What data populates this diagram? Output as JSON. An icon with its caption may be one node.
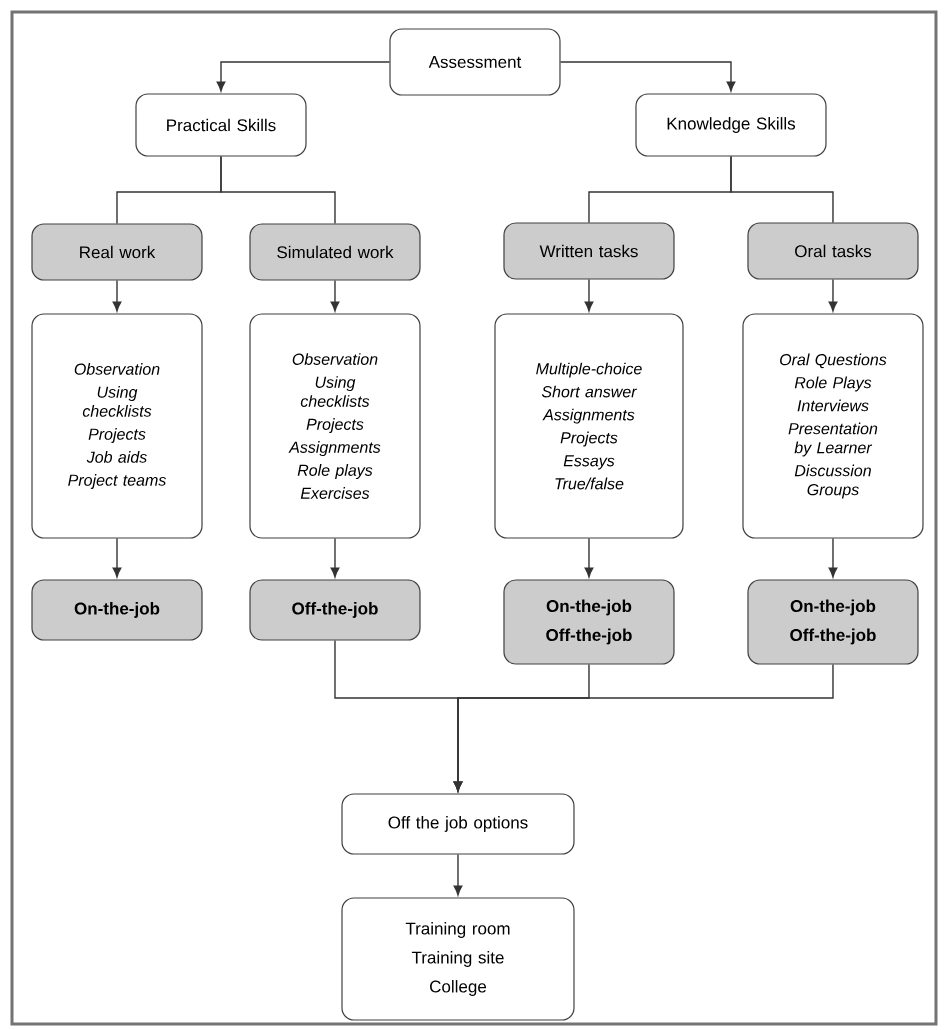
{
  "diagram": {
    "nodes": [
      {
        "text": [
          "Assessment"
        ]
      },
      {
        "text": [
          "Practical Skills"
        ]
      },
      {
        "text": [
          "Knowledge Skills"
        ]
      },
      {
        "text": [
          "Real work"
        ]
      },
      {
        "text": [
          "Simulated work"
        ]
      },
      {
        "text": [
          "Written tasks"
        ]
      },
      {
        "text": [
          "Oral tasks"
        ]
      },
      {
        "text": [
          "Observation",
          "Using checklists",
          "Projects",
          "Job aids",
          "Project teams"
        ]
      },
      {
        "text": [
          "Observation",
          "Using checklists",
          "Projects",
          "Assignments",
          "Role plays",
          "Exercises"
        ]
      },
      {
        "text": [
          "Multiple-choice",
          "Short answer",
          "Assignments",
          "Projects",
          "Essays",
          "True/false"
        ]
      },
      {
        "text": [
          "Oral Questions",
          "Role Plays",
          "Interviews",
          "Presentation by Learner",
          "Discussion Groups"
        ]
      },
      {
        "text": [
          "On-the-job"
        ]
      },
      {
        "text": [
          "Off-the-job"
        ]
      },
      {
        "text": [
          "On-the-job",
          "Off-the-job"
        ]
      },
      {
        "text": [
          "On-the-job",
          "Off-the-job"
        ]
      },
      {
        "text": [
          "Off the job options"
        ]
      },
      {
        "text": [
          "Training room",
          "Training site",
          "College"
        ]
      }
    ],
    "edges": [
      {
        "from": 0,
        "to": 1,
        "arrow": "to"
      },
      {
        "from": 0,
        "to": 2,
        "arrow": "to"
      },
      {
        "from": 1,
        "to": 3,
        "arrow": "none"
      },
      {
        "from": 1,
        "to": 4,
        "arrow": "none"
      },
      {
        "from": 2,
        "to": 5,
        "arrow": "none"
      },
      {
        "from": 2,
        "to": 6,
        "arrow": "none"
      },
      {
        "from": 3,
        "to": 7,
        "arrow": "to"
      },
      {
        "from": 4,
        "to": 8,
        "arrow": "to"
      },
      {
        "from": 5,
        "to": 9,
        "arrow": "to"
      },
      {
        "from": 6,
        "to": 10,
        "arrow": "to"
      },
      {
        "from": 7,
        "to": 11,
        "arrow": "to"
      },
      {
        "from": 8,
        "to": 12,
        "arrow": "to"
      },
      {
        "from": 9,
        "to": 13,
        "arrow": "to"
      },
      {
        "from": 10,
        "to": 14,
        "arrow": "to"
      },
      {
        "from": 12,
        "to": 15,
        "arrow": "to"
      },
      {
        "from": 13,
        "to": 15,
        "arrow": "to"
      },
      {
        "from": 14,
        "to": 15,
        "arrow": "to"
      },
      {
        "from": 15,
        "to": 16,
        "arrow": "to"
      }
    ]
  }
}
